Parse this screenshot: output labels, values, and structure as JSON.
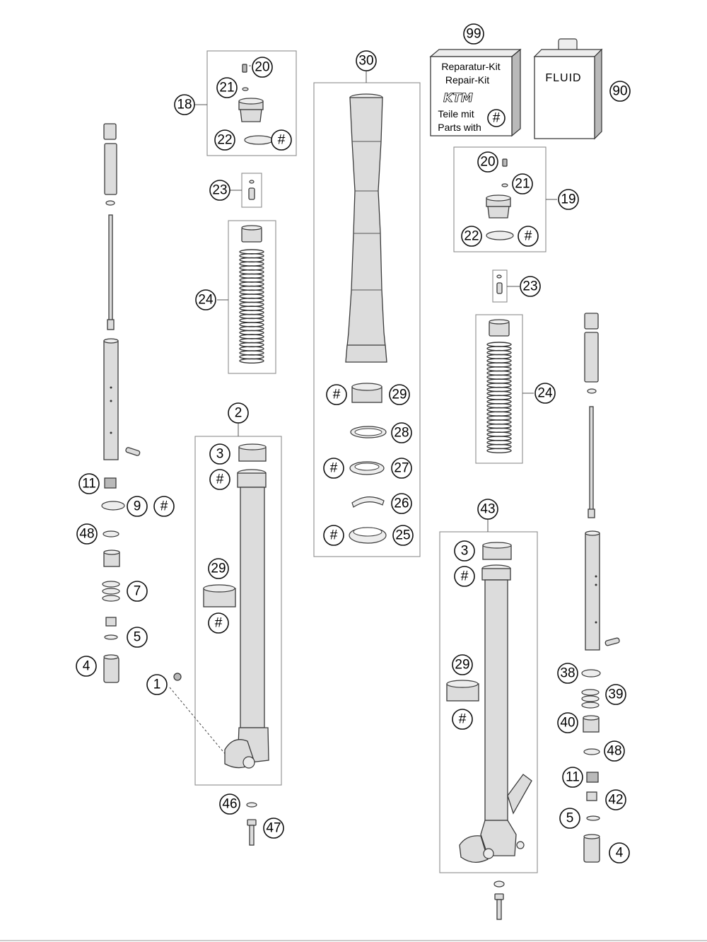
{
  "callouts": {
    "c99": "99",
    "c90": "90",
    "c30": "30",
    "c18": "18",
    "c20a": "20",
    "c21a": "21",
    "c22a": "22",
    "h18": "#",
    "c23a": "23",
    "c24a": "24",
    "c19": "19",
    "c20b": "20",
    "c21b": "21",
    "c22b": "22",
    "h19": "#",
    "c23b": "23",
    "c24b": "24",
    "h29a": "#",
    "c29a": "29",
    "c28": "28",
    "h27": "#",
    "c27": "27",
    "c26": "26",
    "h25": "#",
    "c25": "25",
    "c2": "2",
    "c3a": "3",
    "h3a": "#",
    "c29b": "29",
    "h29b": "#",
    "c1": "1",
    "c46": "46",
    "c47": "47",
    "c43": "43",
    "c3b": "3",
    "h3b": "#",
    "c29c": "29",
    "h29c": "#",
    "c11a": "11",
    "c9": "9",
    "h9": "#",
    "c48a": "48",
    "c7": "7",
    "c5a": "5",
    "c4a": "4",
    "c38": "38",
    "c39": "39",
    "c40": "40",
    "c48b": "48",
    "c11b": "11",
    "c42": "42",
    "c5b": "5",
    "c4b": "4"
  },
  "repair_kit": {
    "line1": "Reparatur-Kit",
    "line2": "Repair-Kit",
    "logo": "KTM",
    "line3": "Teile mit",
    "line4": "Parts with",
    "hash": "#"
  },
  "fluid": {
    "label": "FLUID"
  }
}
